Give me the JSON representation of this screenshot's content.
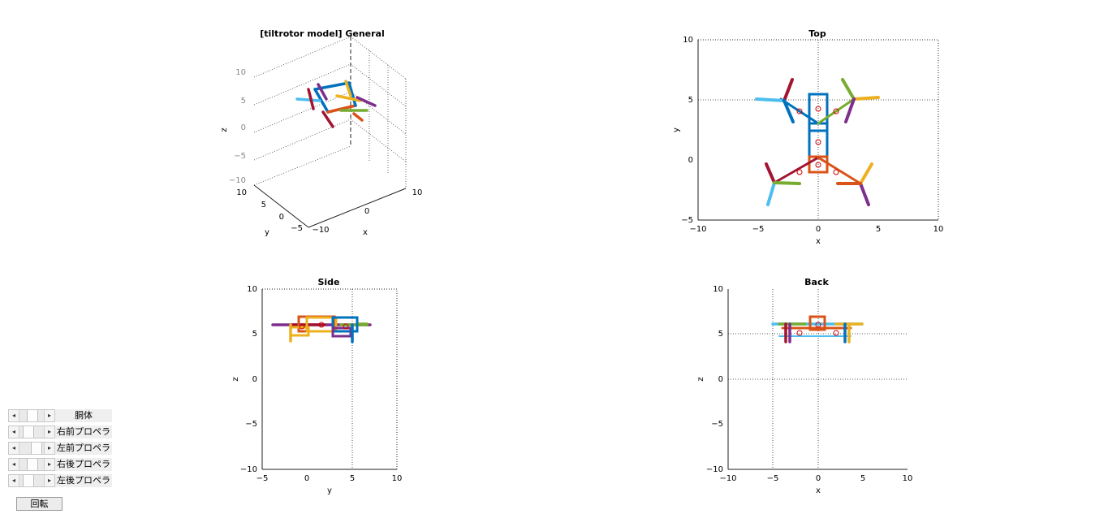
{
  "plots": {
    "general": {
      "title": "[tiltrotor model] General",
      "xlabel": "x",
      "ylabel": "y",
      "zlabel": "z",
      "z_ticks": [
        "10",
        "5",
        "0",
        "−5",
        "−10"
      ],
      "y_ticks": [
        "10",
        "5",
        "0",
        "−5"
      ],
      "x_ticks": [
        "−10",
        "0",
        "10"
      ]
    },
    "top": {
      "title": "Top",
      "xlabel": "x",
      "ylabel": "y",
      "x_ticks": [
        "−10",
        "−5",
        "0",
        "5",
        "10"
      ],
      "y_ticks": [
        "10",
        "5",
        "0",
        "−5"
      ]
    },
    "side": {
      "title": "Side",
      "xlabel": "y",
      "ylabel": "z",
      "x_ticks": [
        "−5",
        "0",
        "5",
        "10"
      ],
      "y_ticks": [
        "10",
        "5",
        "0",
        "−5",
        "−10"
      ]
    },
    "back": {
      "title": "Back",
      "xlabel": "x",
      "ylabel": "z",
      "x_ticks": [
        "−10",
        "−5",
        "0",
        "5",
        "10"
      ],
      "y_ticks": [
        "10",
        "5",
        "0",
        "−5",
        "−10"
      ]
    }
  },
  "controls": {
    "sliders": [
      {
        "label": "胴体",
        "value": 0.5
      },
      {
        "label": "右前プロペラ",
        "value": 0.25
      },
      {
        "label": "左前プロペラ",
        "value": 0.75
      },
      {
        "label": "右後プロペラ",
        "value": 0.5
      },
      {
        "label": "左後プロペラ",
        "value": 0.25
      }
    ],
    "rotate_button": "回転",
    "arrow_left": "◂",
    "arrow_right": "▸"
  },
  "colors": {
    "blue": "#0072bd",
    "orange": "#d95319",
    "yellow": "#edb120",
    "purple": "#7e2f8e",
    "green": "#77ac30",
    "cyan": "#4dbeee",
    "red": "#a2142f",
    "marker": "#d00000"
  }
}
